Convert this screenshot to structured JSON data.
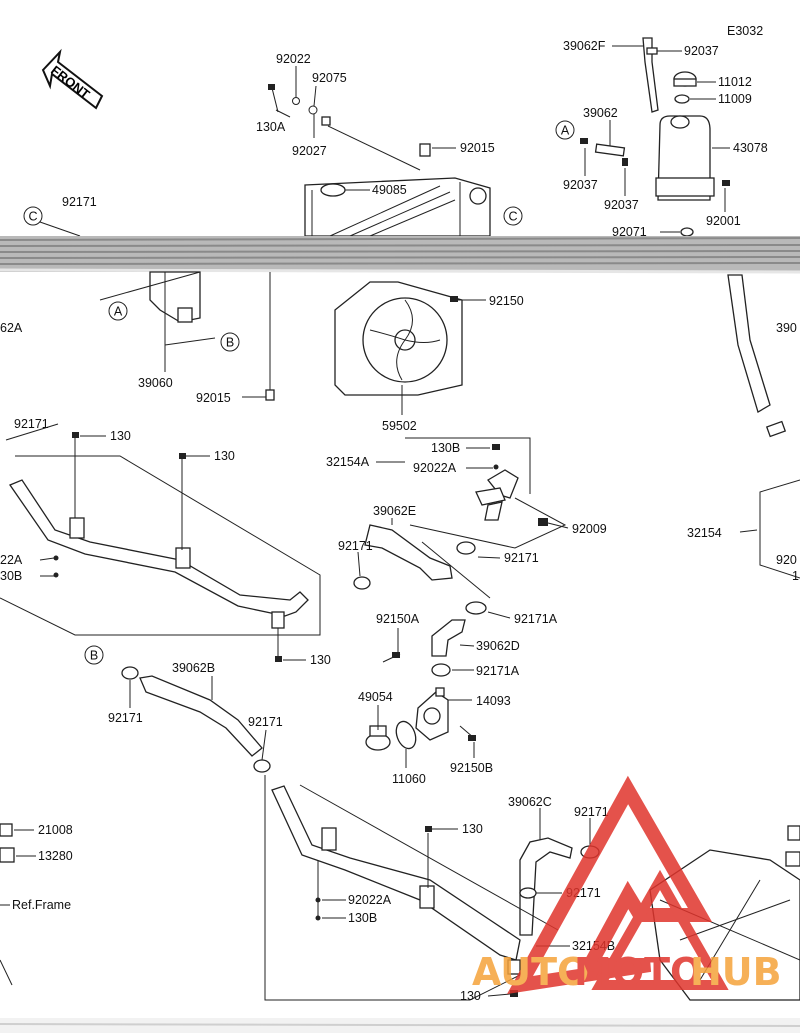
{
  "diagram": {
    "code": "E3032",
    "front_label": "FRONT",
    "ref_letters": [
      "A",
      "B",
      "C"
    ],
    "parts": {
      "p92022_top": "92022",
      "p92075": "92075",
      "p130A": "130A",
      "p92027": "92027",
      "p92015_top": "92015",
      "p49085": "49085",
      "p92171_top": "92171",
      "p39062F": "39062F",
      "p92037_a": "92037",
      "p11012": "11012",
      "p11009": "11009",
      "p39062": "39062",
      "p43078": "43078",
      "p92037_b": "92037",
      "p92037_c": "92037",
      "p92001": "92001",
      "p92071": "92071",
      "p62A": "62A",
      "p39060": "39060",
      "p92015_mid": "92015",
      "p92150_mid": "92150",
      "p59502": "59502",
      "p390_right": "390",
      "p92171_left": "92171",
      "p130_a": "130",
      "p130_b": "130",
      "p22A": "22A",
      "p30B": "30B",
      "p130B_mid": "130B",
      "p32154A": "32154A",
      "p92022A_mid": "92022A",
      "p39062E": "39062E",
      "p92009": "92009",
      "p92171_mid": "92171",
      "p92171_mid2": "92171",
      "p32154_right": "32154",
      "p920_right": "920",
      "p1_right": "1",
      "p92171A_a": "92171A",
      "p92150A": "92150A",
      "p39062D": "39062D",
      "p130_c": "130",
      "p92171A_b": "92171A",
      "p39062B": "39062B",
      "p49054": "49054",
      "p14093": "14093",
      "p92171_b1": "92171",
      "p92171_b2": "92171",
      "p92150B": "92150B",
      "p11060": "11060",
      "p39062C": "39062C",
      "p92171_low": "92171",
      "p21008": "21008",
      "p130_d": "130",
      "p13280": "13280",
      "p92171_low2": "92171",
      "p92022A_low": "92022A",
      "p130B_low": "130B",
      "p32154B": "32154B",
      "p130_e": "130",
      "p_ref_frame": "Ref.Frame"
    }
  },
  "watermark": {
    "text_auto": "AUTO",
    "text_moto": "MOTO",
    "text_hub": "HUB",
    "color_orange": "#f5a33a",
    "color_red": "#e0342c"
  }
}
